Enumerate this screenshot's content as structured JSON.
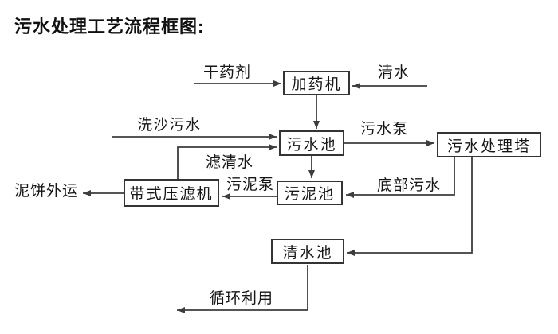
{
  "title": "污水处理工艺流程框图:",
  "nodes": {
    "dosing_machine": {
      "label": "加药机"
    },
    "sewage_pool": {
      "label": "污水池"
    },
    "treatment_tower": {
      "label": "污水处理塔"
    },
    "sludge_pool": {
      "label": "污泥池"
    },
    "belt_filter_press": {
      "label": "带式压滤机"
    },
    "clean_water_pool": {
      "label": "清水池"
    }
  },
  "flow_labels": {
    "dry_chemical": "干药剂",
    "clean_water": "清水",
    "sand_washing_sewage": "洗沙污水",
    "sewage_pump": "污水泵",
    "filtered_clean_water": "滤清水",
    "sludge_pump": "污泥泵",
    "bottom_sewage": "底部污水",
    "mud_cake_outbound": "泥饼外运",
    "recycling_use": "循环利用"
  },
  "edges": [
    {
      "from": "dry_chemical_source",
      "to": "dosing_machine",
      "label": "干药剂"
    },
    {
      "from": "clean_water_source",
      "to": "dosing_machine",
      "label": "清水"
    },
    {
      "from": "dosing_machine",
      "to": "sewage_pool",
      "label": ""
    },
    {
      "from": "sand_washing_source",
      "to": "sewage_pool",
      "label": "洗沙污水"
    },
    {
      "from": "belt_filter_press",
      "to": "sewage_pool",
      "label": "滤清水"
    },
    {
      "from": "sewage_pool",
      "to": "treatment_tower",
      "label": "污水泵"
    },
    {
      "from": "sewage_pool",
      "to": "sludge_pool",
      "label": ""
    },
    {
      "from": "treatment_tower",
      "to": "sludge_pool",
      "label": "底部污水"
    },
    {
      "from": "treatment_tower",
      "to": "clean_water_pool",
      "label": ""
    },
    {
      "from": "sludge_pool",
      "to": "belt_filter_press",
      "label": "污泥泵"
    },
    {
      "from": "belt_filter_press",
      "to": "outside",
      "label": "泥饼外运"
    },
    {
      "from": "clean_water_pool",
      "to": "reuse",
      "label": "循环利用"
    }
  ],
  "colors": {
    "line": "#3d3d3d",
    "text": "#161616",
    "box_border": "#343434",
    "background": "#ffffff"
  }
}
